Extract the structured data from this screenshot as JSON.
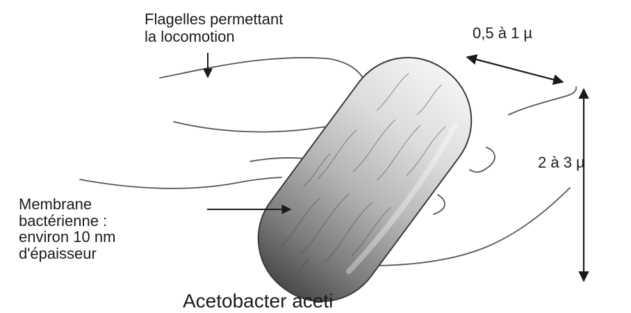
{
  "labels": {
    "flagella_line1": "Flagelles permettant",
    "flagella_line2": "la locomotion",
    "width": "0,5 à 1 µ",
    "length": "2 à 3 µ",
    "membrane_line1": "Membrane",
    "membrane_line2": "bactérienne :",
    "membrane_line3": "environ 10 nm",
    "membrane_line4": "d'épaisseur",
    "caption": "Acetobacter aceti"
  },
  "colors": {
    "background": "#ffffff",
    "ink": "#1a1a1a",
    "body_light": "#eeeeee",
    "body_dark": "#5a5a5a"
  }
}
